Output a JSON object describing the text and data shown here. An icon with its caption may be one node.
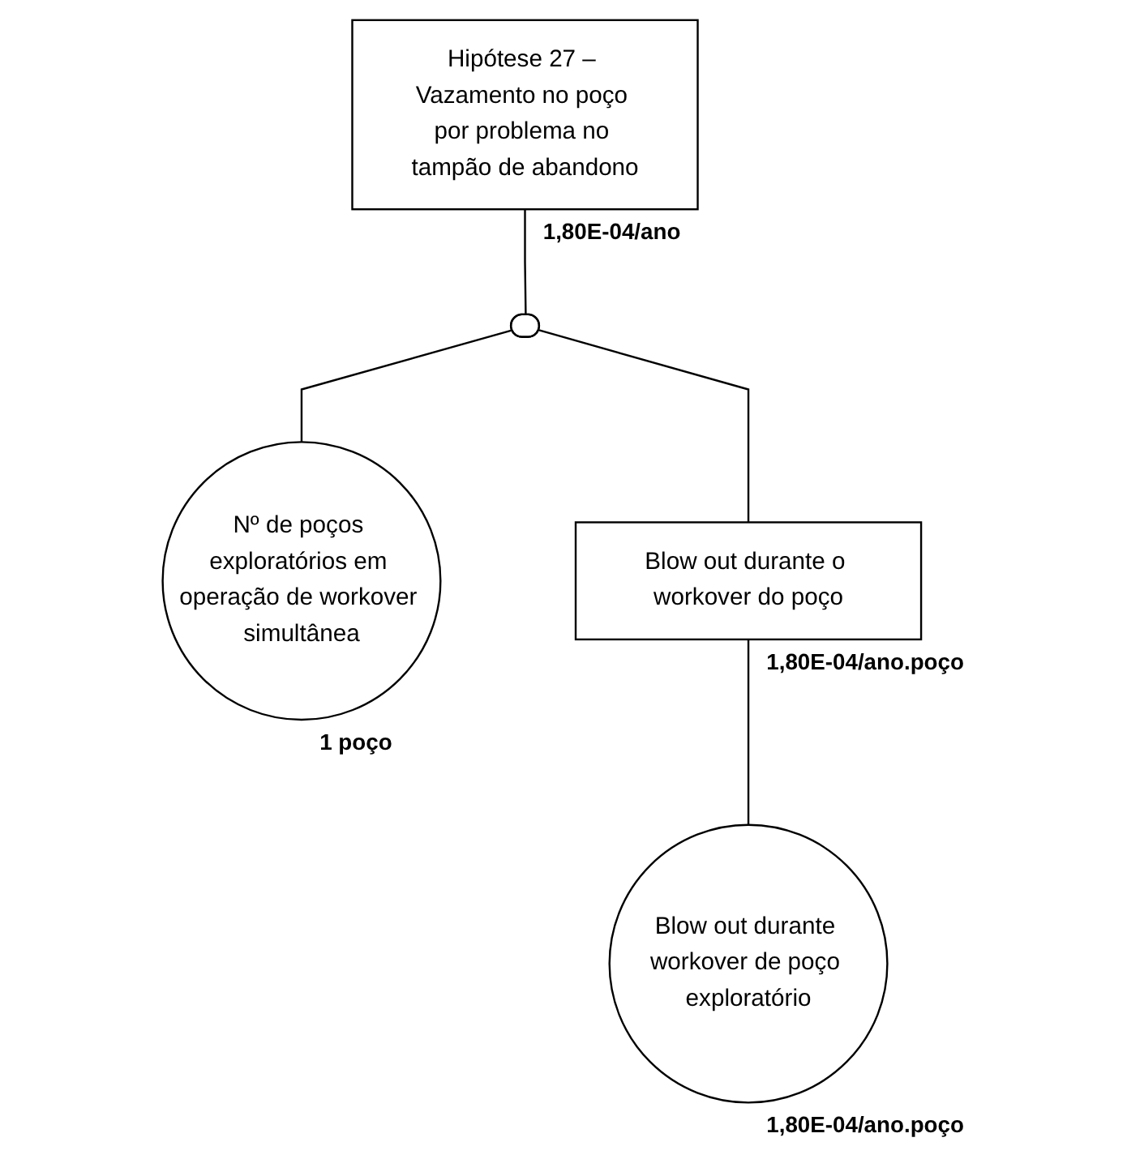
{
  "diagram": {
    "nodes": [
      {
        "text": [
          "Hipótese 27 – Vazamento no poço por problema no tampão de abandono"
        ],
        "beside": [
          "1,80E-04/ano"
        ]
      },
      {
        "text": [],
        "shape": "gate"
      },
      {
        "text": [
          "Nº de poços exploratórios em operação de workover simultânea"
        ],
        "beside": [
          "1 poço"
        ]
      },
      {
        "text": [
          "Blow out durante o workover do poço"
        ],
        "beside": [
          "1,80E-04/ano.poço"
        ]
      },
      {
        "text": [
          "Blow out durante workover de poço exploratório"
        ],
        "beside": [
          "1,80E-04/ano.poço"
        ]
      }
    ],
    "edges": [
      {
        "from": 0,
        "to": 1,
        "arrow": "none"
      },
      {
        "from": 1,
        "to": 2,
        "arrow": "none"
      },
      {
        "from": 1,
        "to": 3,
        "arrow": "none"
      },
      {
        "from": 3,
        "to": 4,
        "arrow": "none"
      }
    ]
  }
}
